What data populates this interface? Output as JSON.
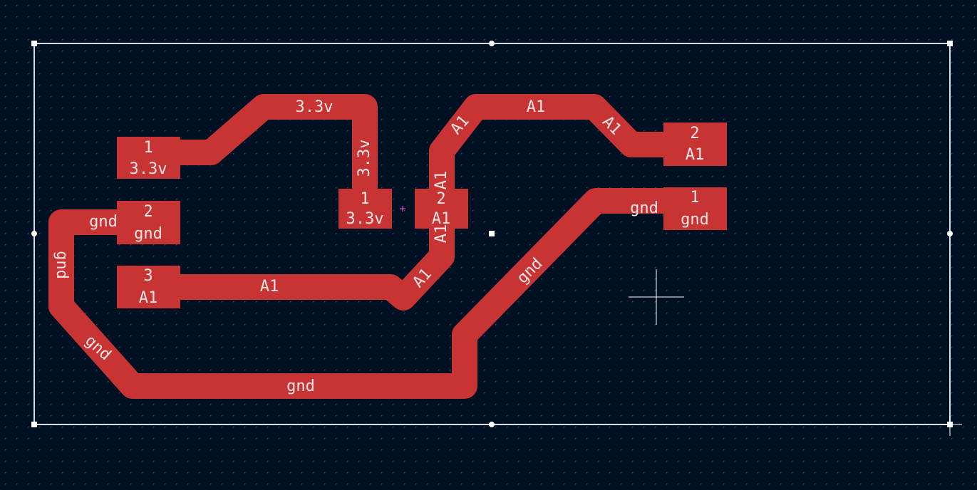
{
  "colors": {
    "background": "#001023",
    "copper": "#c83434",
    "label": "#f4e6e6",
    "edge": "#d8dde4",
    "grid": "#3b4a5c",
    "anchor": "#ff4fff"
  },
  "pads": {
    "j1_pin1": {
      "number": "1",
      "net": "3.3v"
    },
    "j1_pin2": {
      "number": "2",
      "net": "gnd"
    },
    "j1_pin3": {
      "number": "3",
      "net": "A1"
    },
    "c1_pin1": {
      "number": "1",
      "net": "3.3v"
    },
    "c1_pin2": {
      "number": "2",
      "net": "A1"
    },
    "j2_pin1": {
      "number": "1",
      "net": "gnd"
    },
    "j2_pin2": {
      "number": "2",
      "net": "A1"
    }
  },
  "tracks": {
    "n33_a": "3.3v",
    "n33_b": "3.3v",
    "gnd_a": "gnd",
    "gnd_b": "gnd",
    "gnd_c": "gnd",
    "gnd_d": "gnd",
    "gnd_e": "gnd",
    "gnd_f": "gnd",
    "a1_a": "A1",
    "a1_b": "A1",
    "a1_c": "A1",
    "a1_d": "A1",
    "a1_e": "A1",
    "a1_f": "A1",
    "a1_g": "A1"
  }
}
